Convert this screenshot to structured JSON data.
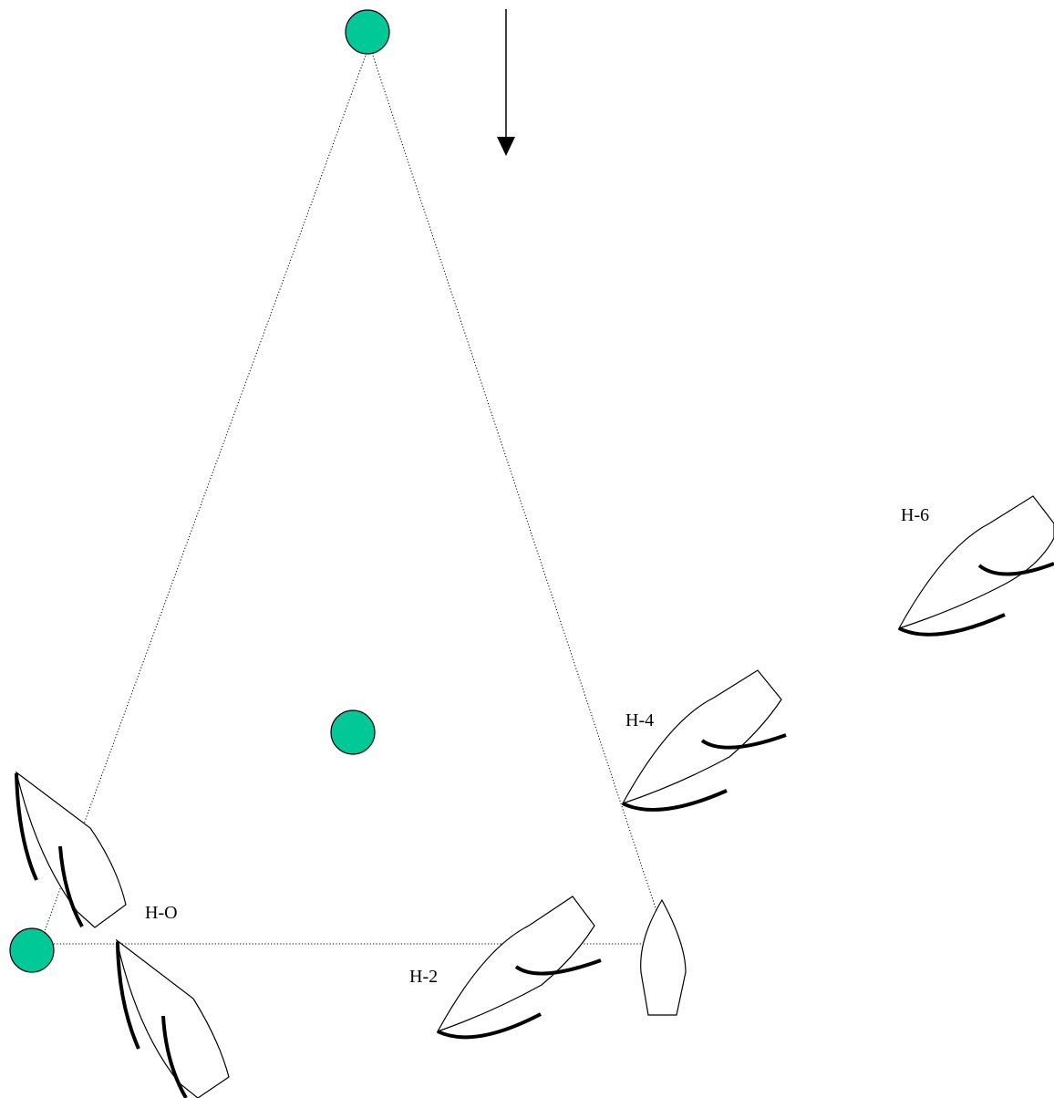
{
  "diagram": {
    "mark_color": "#00c896",
    "mark_outline": "#000000",
    "line_color": "#000000",
    "wind_arrow": "wind-direction-arrow",
    "marks": [
      "windward-mark",
      "leeward-mark",
      "committee-mark"
    ],
    "boats": [
      {
        "id": "h0",
        "label": "H-O"
      },
      {
        "id": "h2",
        "label": "H-2"
      },
      {
        "id": "h4",
        "label": "H-4"
      },
      {
        "id": "h6",
        "label": "H-6"
      }
    ]
  }
}
